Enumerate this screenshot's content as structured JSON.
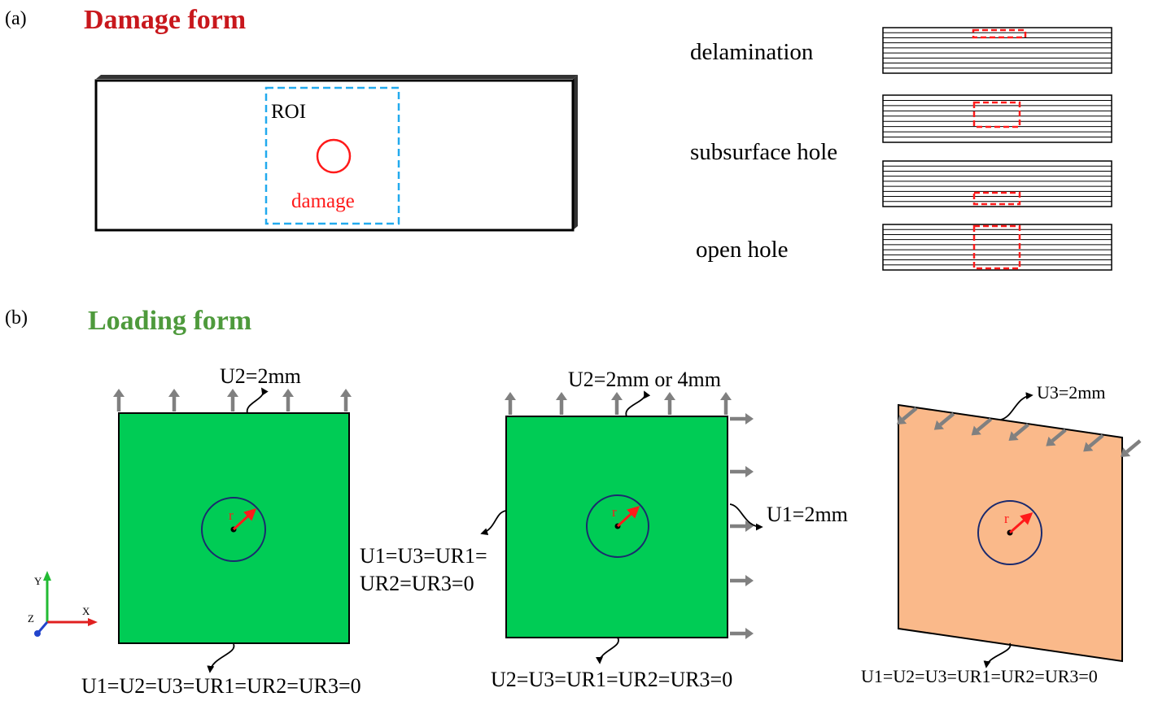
{
  "panel_a": {
    "tag": "(a)",
    "title": "Damage form",
    "title_color": "#c8171c",
    "roi_label": "ROI",
    "damage_label": "damage",
    "damage_color": "#ff1a1a",
    "roi_color": "#22aaee",
    "types": [
      {
        "label": "delamination"
      },
      {
        "label": "subsurface hole"
      },
      {
        "label": "open hole"
      }
    ]
  },
  "panel_b": {
    "tag": "(b)",
    "title": "Loading form",
    "title_color": "#4e9a3c",
    "plate_green": "#00cc55",
    "plate_orange": "#fab98a",
    "radius_label": "r",
    "axes": {
      "x": "X",
      "y": "Y",
      "z": "Z"
    },
    "case1": {
      "top": "U2=2mm",
      "bottom": "U1=U2=U3=UR1=UR2=UR3=0"
    },
    "case2": {
      "top": "U2=2mm or 4mm",
      "right": "U1=2mm",
      "left_line1": "U1=U3=UR1=",
      "left_line2": "UR2=UR3=0",
      "bottom": "U2=U3=UR1=UR2=UR3=0"
    },
    "case3": {
      "top": "U3=2mm",
      "bottom": "U1=U2=U3=UR1=UR2=UR3=0"
    }
  }
}
